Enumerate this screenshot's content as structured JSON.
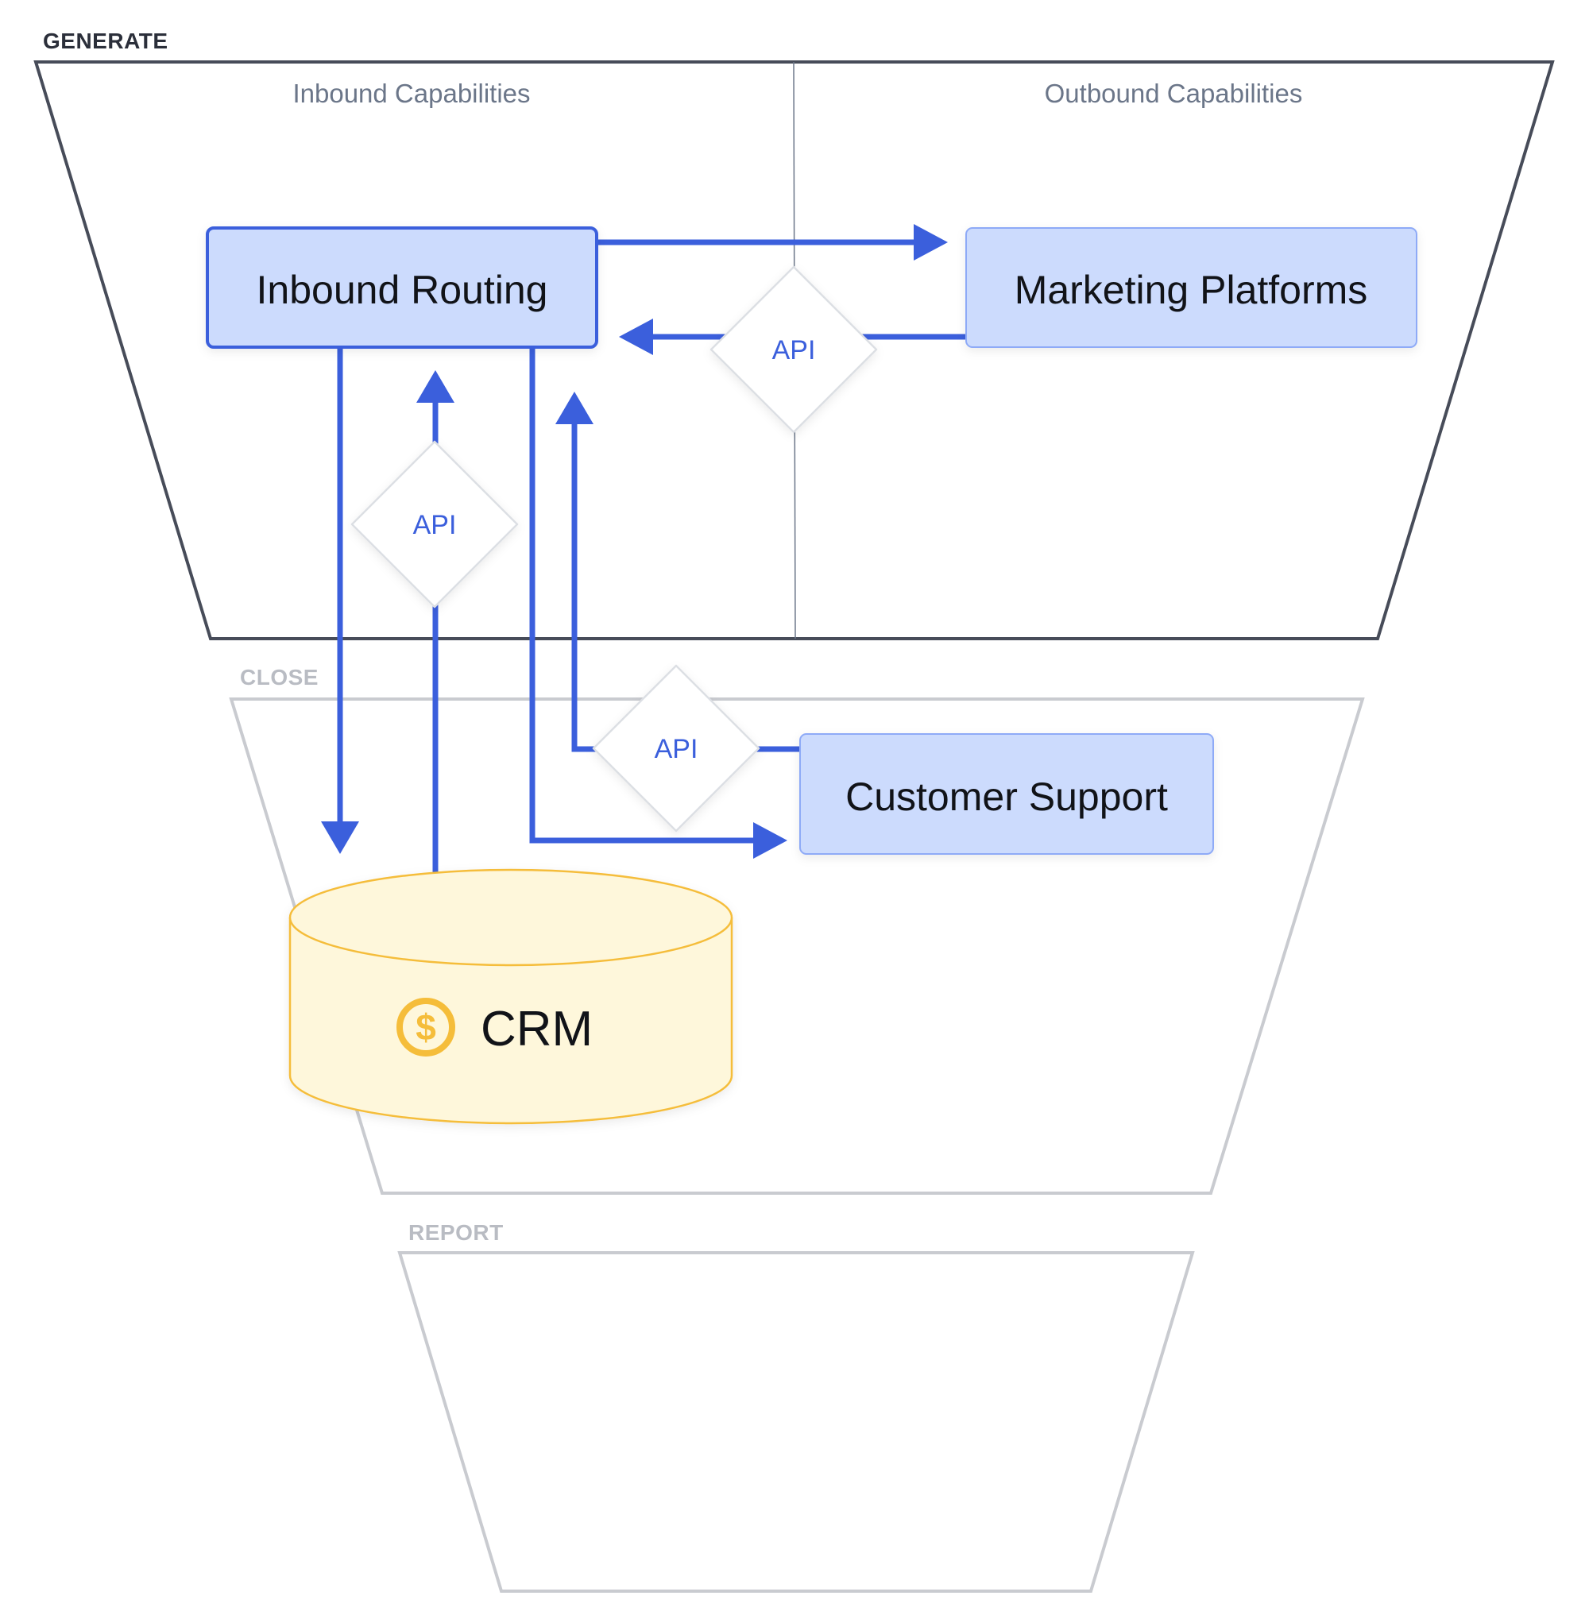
{
  "stages": {
    "generate": {
      "label": "GENERATE",
      "color": "#474c59"
    },
    "close": {
      "label": "CLOSE",
      "color": "#c9cbd0"
    },
    "report": {
      "label": "REPORT",
      "color": "#c9cbd0"
    }
  },
  "columns": {
    "inbound": "Inbound Capabilities",
    "outbound": "Outbound Capabilities"
  },
  "nodes": {
    "inbound_routing": "Inbound Routing",
    "marketing_platforms": "Marketing Platforms",
    "customer_support": "Customer Support",
    "crm": "CRM"
  },
  "connectors": {
    "api_marketing": "API",
    "api_crm": "API",
    "api_support": "API"
  },
  "icons": {
    "crm_icon": "dollar-coin-icon"
  },
  "colors": {
    "arrow": "#3b5fdc",
    "node_fill": "#ccdbfd",
    "node_border": "#3b5fdc",
    "crm_fill": "#fef7db",
    "crm_border": "#f5bd3a"
  }
}
